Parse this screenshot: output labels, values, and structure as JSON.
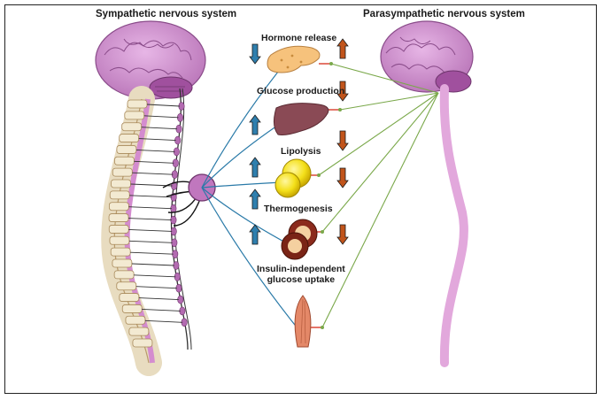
{
  "headers": {
    "sympathetic": "Sympathetic nervous system",
    "parasympathetic": "Parasympathetic nervous system"
  },
  "effects": [
    {
      "label": "Hormone release",
      "organ": "pancreas",
      "sympathetic": "down",
      "parasympathetic": "up"
    },
    {
      "label": "Glucose production",
      "organ": "liver",
      "sympathetic": "up",
      "parasympathetic": "down"
    },
    {
      "label": "Lipolysis",
      "organ": "adipose",
      "sympathetic": "up",
      "parasympathetic": "down"
    },
    {
      "label": "Thermogenesis",
      "organ": "brown-adipose",
      "sympathetic": "up",
      "parasympathetic": "down"
    },
    {
      "label": "Insulin-independent glucose uptake",
      "label_lines": [
        "Insulin-independent",
        "glucose uptake"
      ],
      "organ": "muscle",
      "sympathetic": "up",
      "parasympathetic": "down"
    }
  ],
  "colors": {
    "sympathetic_nerve": "#2a7aa8",
    "parasympathetic_nerve": "#7aa84a",
    "receptor": "#d83a2a",
    "arrow_sympathetic": "#2f7fae",
    "arrow_parasympathetic": "#c1541b",
    "brain": "#c989c9",
    "spinal": "#d7a3d3"
  }
}
